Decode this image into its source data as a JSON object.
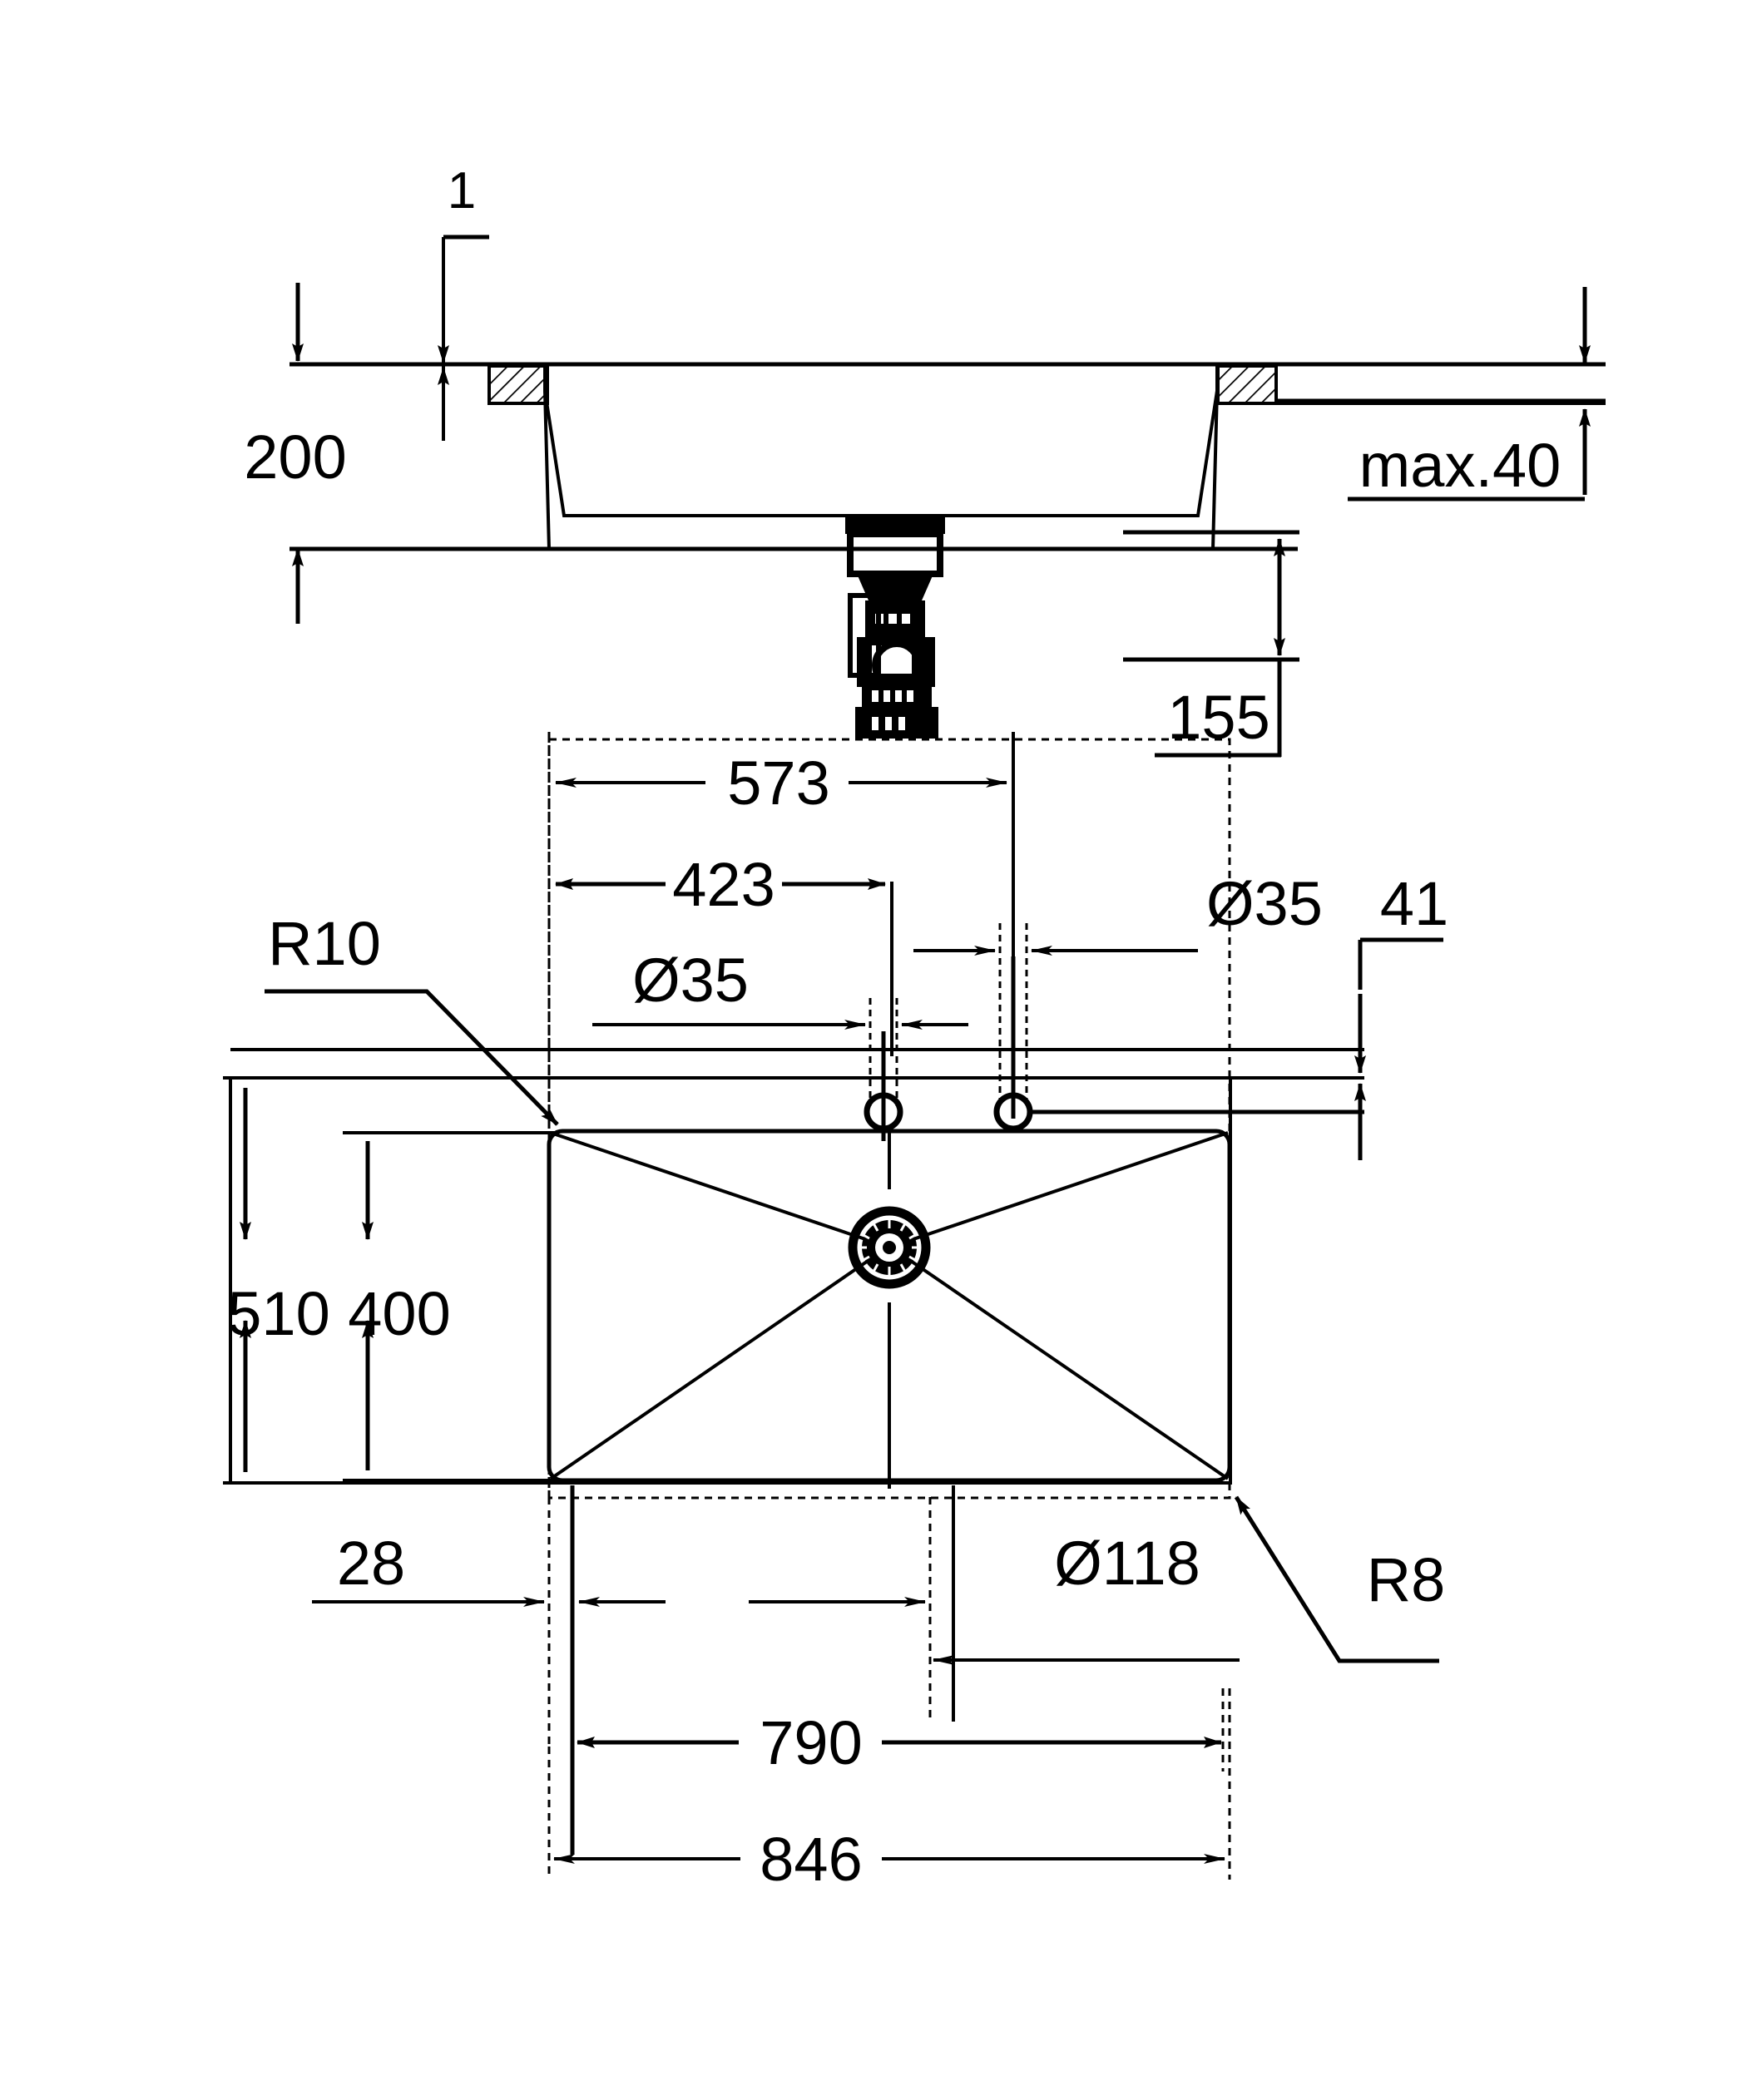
{
  "drawing": {
    "type": "technical-dimension-drawing",
    "subject": "kitchen sink installation drawing",
    "units": "mm",
    "background_color": "#ffffff",
    "line_color": "#000000",
    "views": [
      {
        "name": "section-view",
        "description": "vertical cross-section through sink and worktop"
      },
      {
        "name": "plan-view",
        "description": "top-down plan of sink bowl, tap holes and worktop cut-out"
      }
    ]
  },
  "section_view": {
    "labels": {
      "thickness_1": "1",
      "depth_200": "200",
      "worktop_max_40": "max.40",
      "waste_155": "155"
    }
  },
  "plan_view": {
    "labels": {
      "tap_center_573": "573",
      "tap_center_423": "423",
      "tap_hole_left_d35": "Ø35",
      "tap_hole_right_d35": "Ø35",
      "rear_edge_41": "41",
      "corner_radius_R10": "R10",
      "overall_depth_510": "510",
      "bowl_depth_400": "400",
      "edge_offset_28": "28",
      "waste_hole_d118": "Ø118",
      "bowl_radius_R8": "R8",
      "bowl_width_790": "790",
      "overall_width_846": "846"
    }
  },
  "dimensions_list": [
    {
      "label": "1",
      "kind": "linear",
      "view": "section"
    },
    {
      "label": "200",
      "kind": "linear",
      "view": "section"
    },
    {
      "label": "max.40",
      "kind": "linear",
      "view": "section"
    },
    {
      "label": "155",
      "kind": "linear",
      "view": "section"
    },
    {
      "label": "573",
      "kind": "linear",
      "view": "plan"
    },
    {
      "label": "423",
      "kind": "linear",
      "view": "plan"
    },
    {
      "label": "Ø35",
      "kind": "diameter",
      "view": "plan"
    },
    {
      "label": "Ø35",
      "kind": "diameter",
      "view": "plan"
    },
    {
      "label": "41",
      "kind": "linear",
      "view": "plan"
    },
    {
      "label": "R10",
      "kind": "radius",
      "view": "plan"
    },
    {
      "label": "510",
      "kind": "linear",
      "view": "plan"
    },
    {
      "label": "400",
      "kind": "linear",
      "view": "plan"
    },
    {
      "label": "28",
      "kind": "linear",
      "view": "plan"
    },
    {
      "label": "Ø118",
      "kind": "diameter",
      "view": "plan"
    },
    {
      "label": "R8",
      "kind": "radius",
      "view": "plan"
    },
    {
      "label": "790",
      "kind": "linear",
      "view": "plan"
    },
    {
      "label": "846",
      "kind": "linear",
      "view": "plan"
    }
  ]
}
